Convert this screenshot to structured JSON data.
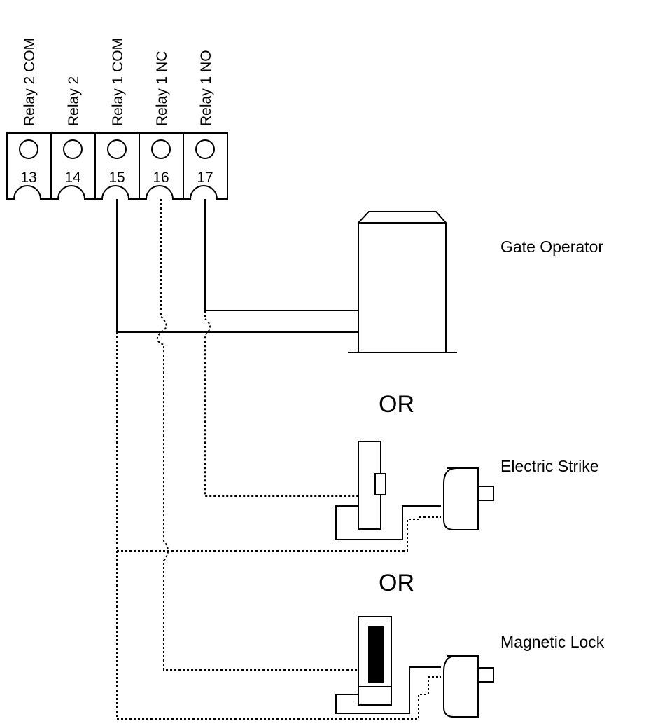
{
  "terminals": [
    {
      "label": "Relay 2 COM",
      "number": "13"
    },
    {
      "label": "Relay 2",
      "number": "14"
    },
    {
      "label": "Relay 1 COM",
      "number": "15"
    },
    {
      "label": "Relay 1 NC",
      "number": "16"
    },
    {
      "label": "Relay 1 NO",
      "number": "17"
    }
  ],
  "devices": {
    "gate_operator": "Gate Operator",
    "electric_strike": "Electric Strike",
    "magnetic_lock": "Magnetic Lock"
  },
  "separators": [
    "OR",
    "OR"
  ],
  "colors": {
    "line": "#000000",
    "background": "#ffffff"
  }
}
